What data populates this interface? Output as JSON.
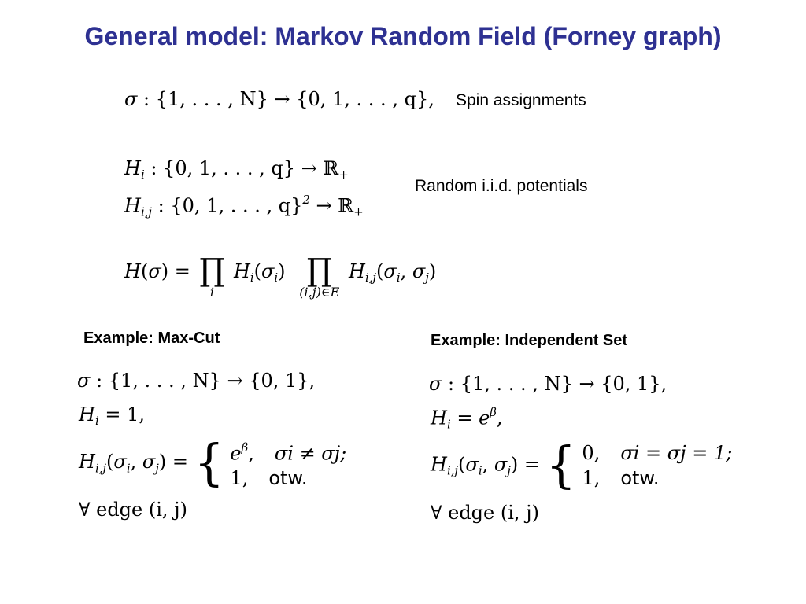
{
  "slide": {
    "title": "General model: Markov Random Field (Forney graph)",
    "spin_label": "Spin assignments",
    "potentials_label": "Random i.i.d. potentials",
    "maxcut_heading": "Example:  Max-Cut",
    "indset_heading": "Example:  Independent Set"
  },
  "equations": {
    "sigma_domain": "{1, . . . , N}",
    "sigma_range": "{0, 1, . . . , q},",
    "hi_domain": "{0, 1, . . . , q}",
    "hij_domain": "{0, 1, . . . , q}",
    "prod_i": "i",
    "prod_ij": "(i,j)∈E",
    "ex_sigma_domain": "{1, . . . , N}",
    "ex_sigma_range": "{0, 1},",
    "maxcut_hi": "1,",
    "maxcut_case1_val": "e",
    "maxcut_case1_cond": "σi ≠ σj;",
    "maxcut_case2_val": "1,",
    "maxcut_case2_cond": "otw.",
    "indset_case1_val": "0,",
    "indset_case1_cond": "σi = σj = 1;",
    "indset_case2_val": "1,",
    "indset_case2_cond": "otw.",
    "forall_text": "∀ edge (i, j)"
  }
}
